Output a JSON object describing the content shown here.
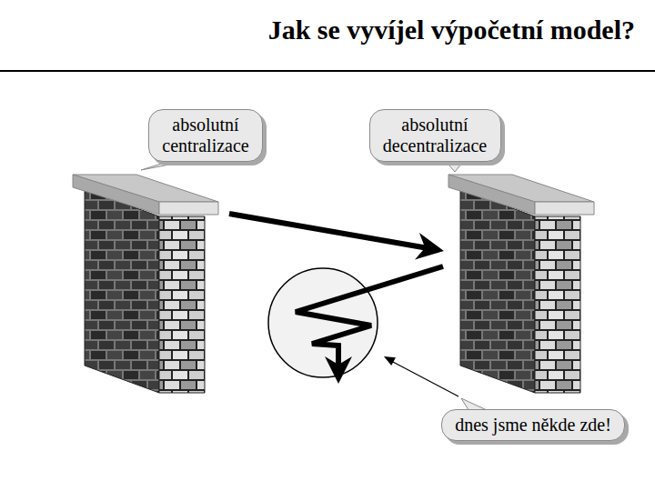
{
  "diagram": {
    "title": "Jak se vyvíjel výpočetní model?",
    "nodes": [
      {
        "text": [
          "absolutní centralizace"
        ]
      },
      {
        "text": [
          "absolutní decentralizace"
        ]
      },
      {
        "text": [
          "dnes jsme někde zde!"
        ]
      }
    ]
  }
}
